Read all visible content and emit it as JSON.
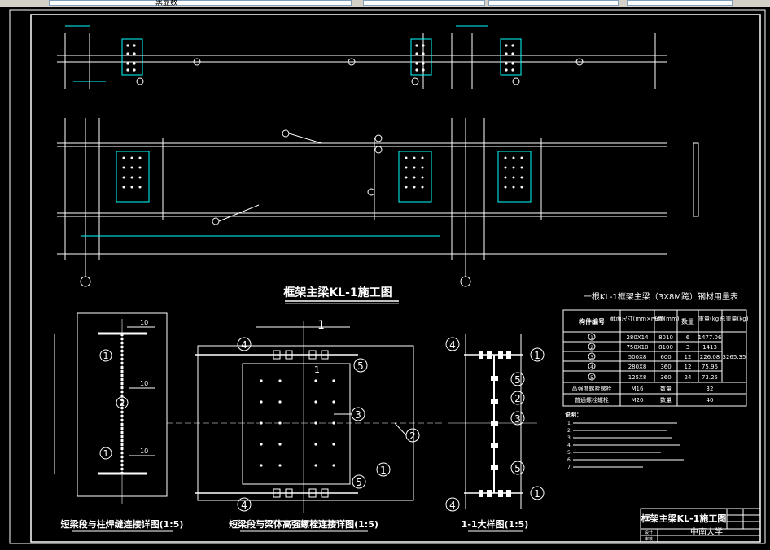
{
  "toolbar": {
    "layer_value": "黑显数",
    "fields": [
      "",
      "",
      "",
      "",
      "",
      ""
    ]
  },
  "drawing": {
    "main_title": "框架主梁KL-1施工图",
    "section1_title": "短梁段与柱焊缝连接详图(1:5)",
    "section2_title": "短梁段与梁体高强螺栓连接详图(1:5)",
    "section3_title": "1-1大样图(1:5)",
    "section_mark": "1",
    "weld_size": "10"
  },
  "table": {
    "title": "一根KL-1框架主梁（3X8M跨）钢材用量表",
    "headers": [
      "构件编号",
      "截面尺寸(mm×mm)",
      "长度(mm)",
      "数量",
      "重量(kg)",
      "总重量(kg)"
    ],
    "rows": [
      {
        "id": "1",
        "section": "280X14",
        "length": "8010",
        "qty": "6",
        "weight": "1477.06"
      },
      {
        "id": "2",
        "section": "750X10",
        "length": "8100",
        "qty": "3",
        "weight": "1413"
      },
      {
        "id": "3",
        "section": "500X8",
        "length": "600",
        "qty": "12",
        "weight": "226.08"
      },
      {
        "id": "4",
        "section": "280X8",
        "length": "360",
        "qty": "12",
        "weight": "75.96"
      },
      {
        "id": "5",
        "section": "125X8",
        "length": "360",
        "qty": "24",
        "weight": "73.25"
      }
    ],
    "total": "3265.35",
    "bolts": [
      {
        "name": "高强度螺栓螺栓",
        "spec": "M16",
        "label": "数量",
        "count": "32"
      },
      {
        "name": "普通螺栓螺栓",
        "spec": "M20",
        "label": "数量",
        "count": "40"
      }
    ]
  },
  "notes": {
    "title": "说明：",
    "lines": [
      "1.",
      "2.",
      "3.",
      "4.",
      "5.",
      "6.",
      "7."
    ]
  },
  "titleblock": {
    "title": "框架主梁KL-1施工图",
    "school": "中南大学",
    "row_labels": [
      "设计",
      "审核"
    ],
    "codes": [
      "",
      ""
    ]
  }
}
